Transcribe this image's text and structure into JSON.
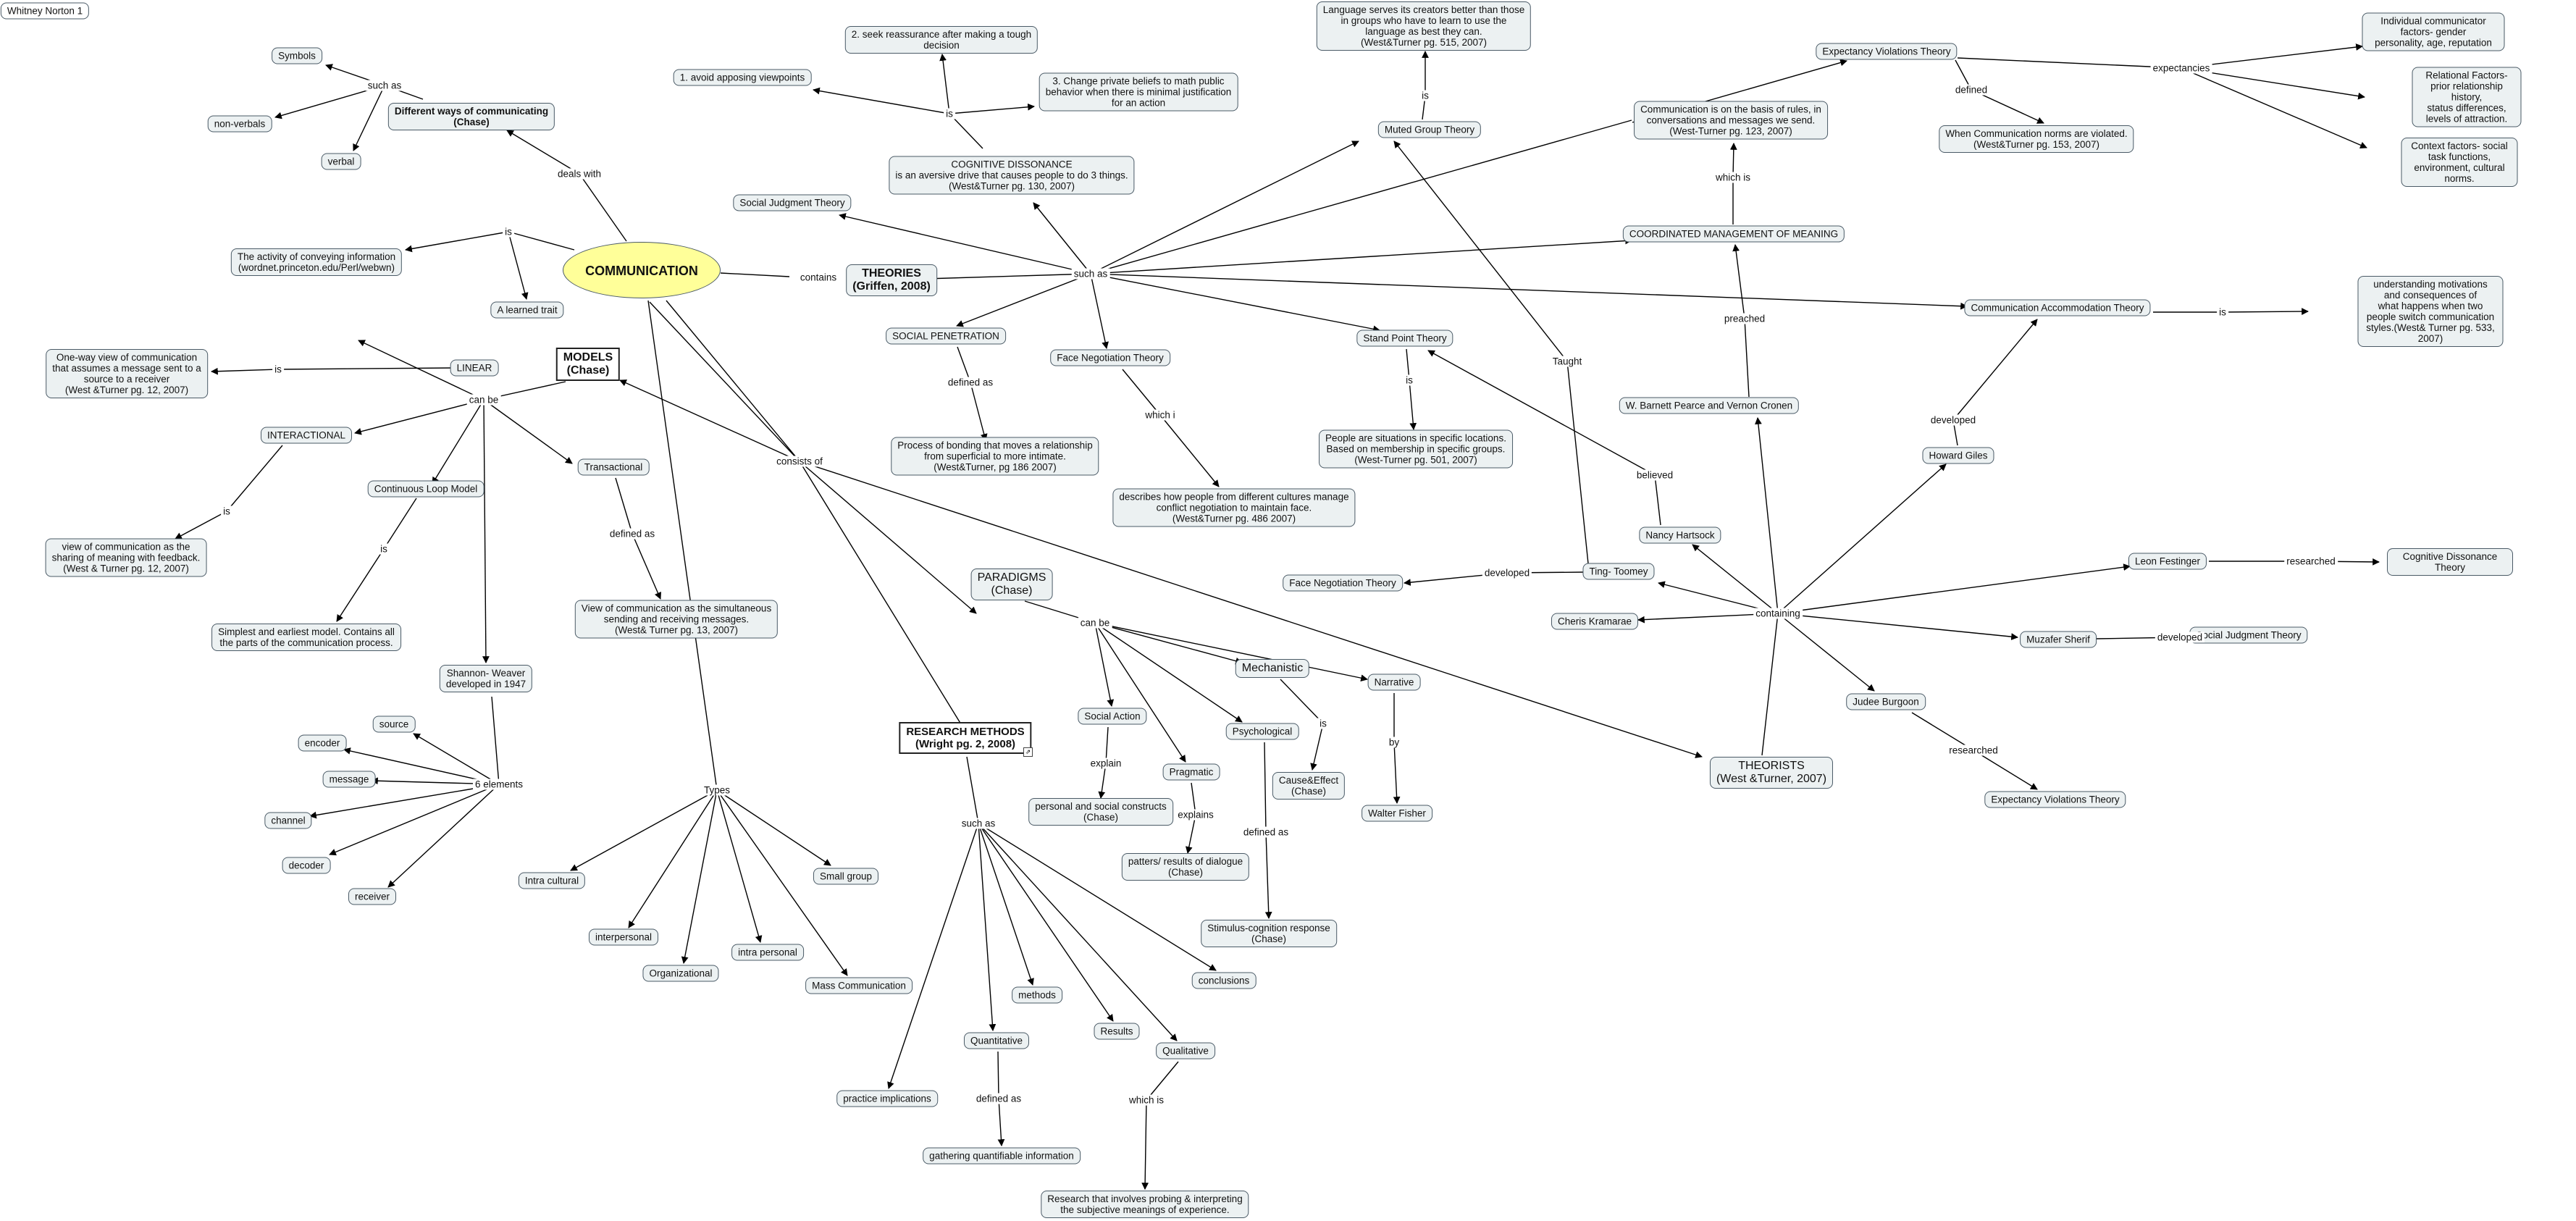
{
  "header": {
    "author": "Whitney Norton 1"
  },
  "colors": {
    "root_fill": "#ffff99",
    "node_fill": "#ecf1f2",
    "border": "#4a5a66",
    "line": "#000000"
  },
  "nodes": {
    "communication": "COMMUNICATION",
    "different_ways": "Different ways of communicating\n(Chase)",
    "symbols": "Symbols",
    "non_verbals": "non-verbals",
    "verbal": "verbal",
    "activity_def": "The activity of conveying information\n(wordnet.princeton.edu/Perl/webwn)",
    "learned_trait": "A learned trait",
    "theories": "THEORIES\n(Griffen, 2008)",
    "models": "MODELS\n(Chase)",
    "linear": "LINEAR",
    "linear_def": "One-way view of communication\nthat assumes a message sent to a\nsource to a receiver\n(West &Turner pg. 12, 2007)",
    "interactional": "INTERACTIONAL",
    "interactional_def": "view of communication as the\nsharing of meaning with feedback.\n(West & Turner pg. 12, 2007)",
    "continuous_loop": "Continuous Loop Model",
    "simplest_model": "Simplest and earliest model. Contains all\nthe parts of the communication process.",
    "transactional": "Transactional",
    "transactional_def": "View of communication as the simultaneous\nsending and receiving messages.\n(West& Turner pg. 13, 2007)",
    "shannon": "Shannon- Weaver\ndeveloped in 1947",
    "source": "source",
    "encoder": "encoder",
    "message": "message",
    "channel": "channel",
    "decoder": "decoder",
    "receiver": "receiver",
    "intra_cultural": "Intra cultural",
    "interpersonal": "interpersonal",
    "organizational": "Organizational",
    "intra_personal": "intra personal",
    "mass_communication": "Mass Communication",
    "small_group": "Small group",
    "research_methods": "RESEARCH METHODS\n(Wright pg. 2, 2008)",
    "practice_implications": "practice implications",
    "quantitative": "Quantitative",
    "gathering": "gathering quantifiable information",
    "methods": "methods",
    "results": "Results",
    "qualitative": "Qualitative",
    "qualitative_def": "Research that involves probing & interpreting\nthe subjective meanings of experience.",
    "conclusions": "conclusions",
    "paradigms": "PARADIGMS\n(Chase)",
    "social_action": "Social Action",
    "social_constructs": "personal and social constructs\n(Chase)",
    "pragmatic": "Pragmatic",
    "patterns": "patters/ results of dialogue\n(Chase)",
    "psychological": "Psychological",
    "stimulus": "Stimulus-cognition response\n(Chase)",
    "mechanistic": "Mechanistic",
    "cause_effect": "Cause&Effect\n(Chase)",
    "narrative": "Narrative",
    "walter_fisher": "Walter Fisher",
    "social_judgment_top": "Social Judgment Theory",
    "cognitive_dissonance": "COGNITIVE DISSONANCE\nis an aversive drive that causes people to do 3 things.\n(West&Turner pg. 130, 2007)",
    "avoid_viewpoints": "1. avoid apposing viewpoints",
    "seek_reassurance": "2. seek reassurance after making a tough\ndecision",
    "change_beliefs": "3. Change private beliefs to math public\nbehavior when there is minimal justification\nfor an action",
    "social_penetration": "SOCIAL PENETRATION",
    "bonding": "Process of bonding that moves a relationship\nfrom superficial to more intimate.\n(West&Turner, pg 186 2007)",
    "face_negotiation": "Face Negotiation Theory",
    "face_negotiation_def": "describes how people from different cultures manage\nconflict negotiation to maintain face.\n(West&Turner pg. 486 2007)",
    "muted_group": "Muted Group Theory",
    "language_serves": "Language serves its creators better than those\nin groups who have to learn to use the\nlanguage as best they can.\n(West&Turner pg. 515, 2007)",
    "standpoint": "Stand Point Theory",
    "standpoint_def": "People are situations in specific locations.\nBased on membership in specific groups.\n(West-Turner pg. 501, 2007)",
    "cmm": "COORDINATED MANAGEMENT OF MEANING",
    "communication_rules": "Communication is on the basis of rules, in\nconversations and messages we send.\n(West-Turner pg. 123, 2007)",
    "evt": "Expectancy Violations Theory",
    "evt_def": "When Communication norms are violated.\n(West&Turner pg. 153, 2007)",
    "individual_factors": "Individual communicator factors- gender\npersonality, age, reputation",
    "relational_factors": "Relational Factors- prior relationship history,\nstatus differences, levels of attraction.",
    "context_factors": "Context factors- social task functions,\nenvironment, cultural norms.",
    "cat": "Communication Accommodation Theory",
    "cat_def": "understanding motivations and consequences of\nwhat happens when two people switch communication\nstyles.(West& Turner pg. 533, 2007)",
    "pearce_cronen": "W. Barnett Pearce and Vernon Cronen",
    "howard_giles": "Howard Giles",
    "nancy_hartsock": "Nancy Hartsock",
    "ting_toomey": "Ting- Toomey",
    "face_negotiation_2": "Face Negotiation Theory",
    "cheris_kramarae": "Cheris Kramarae",
    "leon_festinger": "Leon Festinger",
    "cognitive_dissonance_theory": "Cognitive Dissonance Theory",
    "muzafer_sherif": "Muzafer Sherif",
    "social_judgment_2": "Social Judgment Theory",
    "judee_burgoon": "Judee Burgoon",
    "evt_2": "Expectancy Violations Theory",
    "theorists": "THEORISTS\n(West &Turner, 2007)"
  },
  "link_labels": {
    "deals_with": "deals with",
    "such_as_ways": "such as",
    "is_comm": "is",
    "contains": "contains",
    "consists_of": "consists of",
    "can_be_models": "can be",
    "is_linear": "is",
    "is_interactional": "is",
    "is_loop": "is",
    "defined_as_transactional": "defined as",
    "six_elements": "6 elements",
    "types": "Types",
    "such_as_research": "such as",
    "defined_as_quant": "defined as",
    "which_is_qual": "which is",
    "can_be_paradigms": "can be",
    "explain": "explain",
    "explains": "explains",
    "defined_as_psych": "defined as",
    "is_mech": "is",
    "by": "by",
    "such_as_theories": "such as",
    "is_cd": "is",
    "defined_as_sp": "defined as",
    "which_i": "which i",
    "is_muted": "is",
    "is_standpoint": "is",
    "which_is_cmm": "which is",
    "defined_evt": "defined",
    "expectancies": "expectancies",
    "is_cat": "is",
    "preached": "preached",
    "developed_giles": "developed",
    "believed": "believed",
    "taught": "Taught",
    "developed_ting": "developed",
    "containing": "containing",
    "researched_leon": "researched",
    "developed_sherif": "developed",
    "researched_judee": "researched"
  }
}
